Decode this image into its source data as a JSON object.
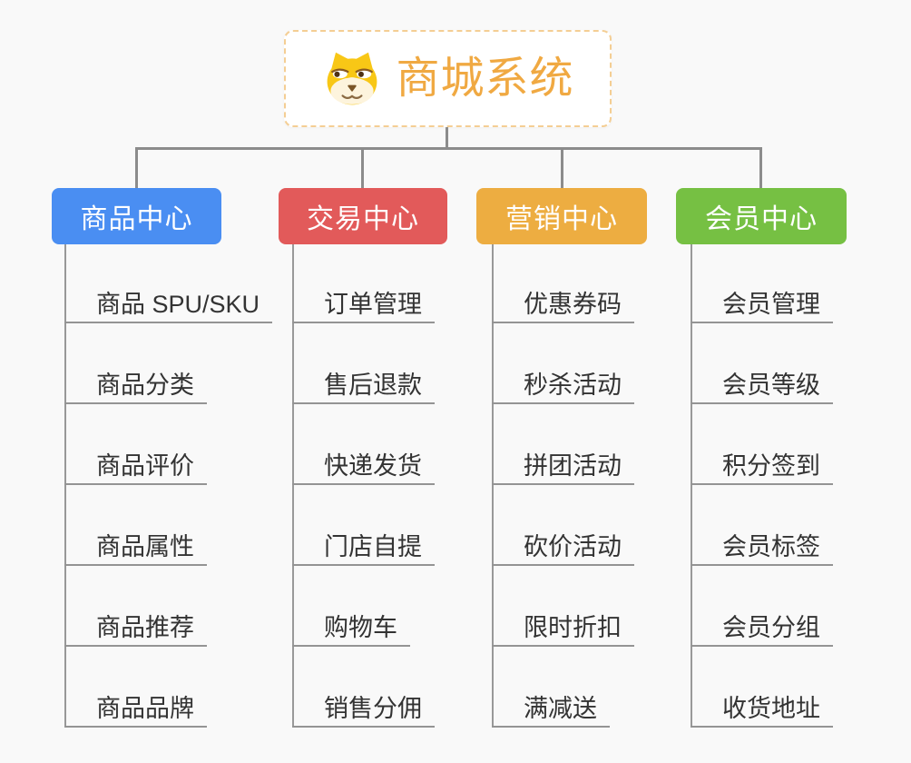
{
  "root": {
    "title": "商城系统",
    "icon": "dog-face-icon",
    "title_color": "#f0a942",
    "border_color": "#f4ce94"
  },
  "connector_color": "#8c8c8c",
  "branches": [
    {
      "label": "商品中心",
      "color": "#4a8ef2",
      "items": [
        "商品 SPU/SKU",
        "商品分类",
        "商品评价",
        "商品属性",
        "商品推荐",
        "商品品牌"
      ]
    },
    {
      "label": "交易中心",
      "color": "#e25a5a",
      "items": [
        "订单管理",
        "售后退款",
        "快递发货",
        "门店自提",
        "购物车",
        "销售分佣"
      ]
    },
    {
      "label": "营销中心",
      "color": "#edad41",
      "items": [
        "优惠券码",
        "秒杀活动",
        "拼团活动",
        "砍价活动",
        "限时折扣",
        "满减送"
      ]
    },
    {
      "label": "会员中心",
      "color": "#76c043",
      "items": [
        "会员管理",
        "会员等级",
        "积分签到",
        "会员标签",
        "会员分组",
        "收货地址"
      ]
    }
  ]
}
